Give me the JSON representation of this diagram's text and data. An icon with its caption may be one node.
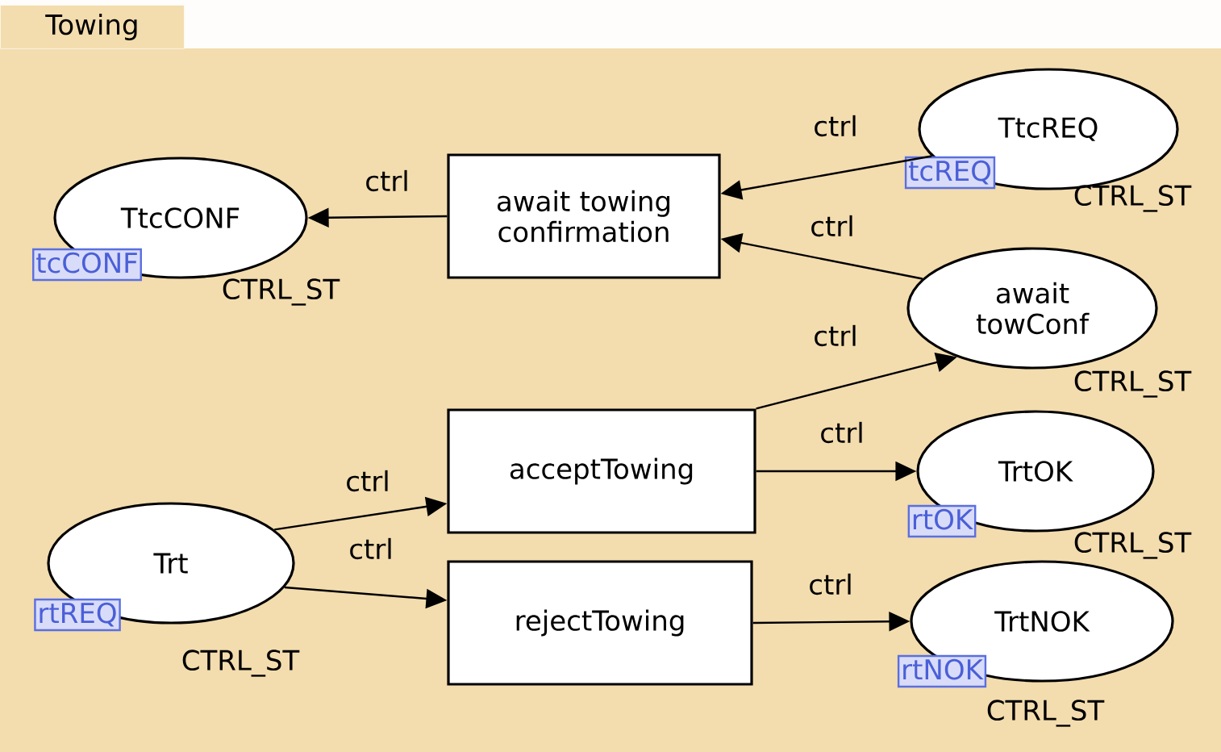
{
  "diagram": {
    "title": "Towing",
    "nodes": [
      {
        "text": [
          "TtcCONF"
        ],
        "beside": [
          "tcCONF",
          "CTRL_ST"
        ]
      },
      {
        "text": [
          "await towing confirmation"
        ]
      },
      {
        "text": [
          "TtcREQ"
        ],
        "beside": [
          "tcREQ",
          "CTRL_ST"
        ]
      },
      {
        "text": [
          "await towConf"
        ],
        "beside": [
          "CTRL_ST"
        ]
      },
      {
        "text": [
          "acceptTowing"
        ]
      },
      {
        "text": [
          "TrtOK"
        ],
        "beside": [
          "rtOK",
          "CTRL_ST"
        ]
      },
      {
        "text": [
          "Trt"
        ],
        "beside": [
          "rtREQ",
          "CTRL_ST"
        ]
      },
      {
        "text": [
          "rejectTowing"
        ]
      },
      {
        "text": [
          "TrtNOK"
        ],
        "beside": [
          "rtNOK",
          "CTRL_ST"
        ]
      }
    ],
    "edges": [
      {
        "from": 1,
        "to": 0,
        "arrow": "to",
        "label": "ctrl"
      },
      {
        "from": 2,
        "to": 1,
        "arrow": "to",
        "label": "ctrl"
      },
      {
        "from": 3,
        "to": 1,
        "arrow": "to",
        "label": "ctrl"
      },
      {
        "from": 4,
        "to": 3,
        "arrow": "to",
        "label": "ctrl"
      },
      {
        "from": 4,
        "to": 5,
        "arrow": "to",
        "label": "ctrl"
      },
      {
        "from": 6,
        "to": 4,
        "arrow": "to",
        "label": "ctrl"
      },
      {
        "from": 6,
        "to": 7,
        "arrow": "to",
        "label": "ctrl"
      },
      {
        "from": 7,
        "to": 8,
        "arrow": "to",
        "label": "ctrl"
      }
    ]
  }
}
